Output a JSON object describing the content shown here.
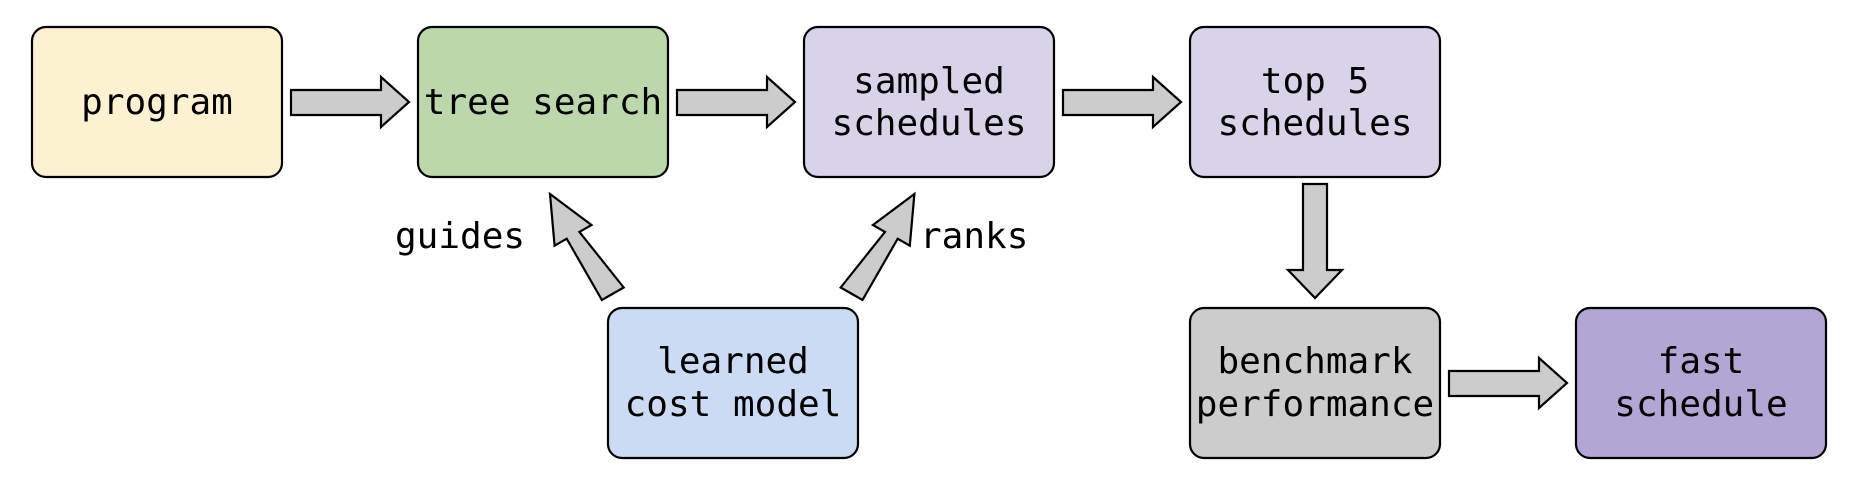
{
  "nodes": {
    "program": {
      "lines": [
        "program"
      ],
      "color": "#fdf2cf"
    },
    "tree_search": {
      "lines": [
        "tree search"
      ],
      "color": "#bcd7a9"
    },
    "sampled_schedules": {
      "lines": [
        "sampled",
        "schedules"
      ],
      "color": "#d8d3e8"
    },
    "top5_schedules": {
      "lines": [
        "top 5",
        "schedules"
      ],
      "color": "#d8d3e8"
    },
    "learned_cost_model": {
      "lines": [
        "learned",
        "cost model"
      ],
      "color": "#cbdbf3"
    },
    "benchmark_performance": {
      "lines": [
        "benchmark",
        "performance"
      ],
      "color": "#cccccc"
    },
    "fast_schedule": {
      "lines": [
        "fast",
        "schedule"
      ],
      "color": "#b1a6d4"
    }
  },
  "edge_labels": {
    "guides": "guides",
    "ranks": "ranks"
  },
  "colors": {
    "arrow_fill": "#cccccc",
    "stroke": "#000000"
  }
}
